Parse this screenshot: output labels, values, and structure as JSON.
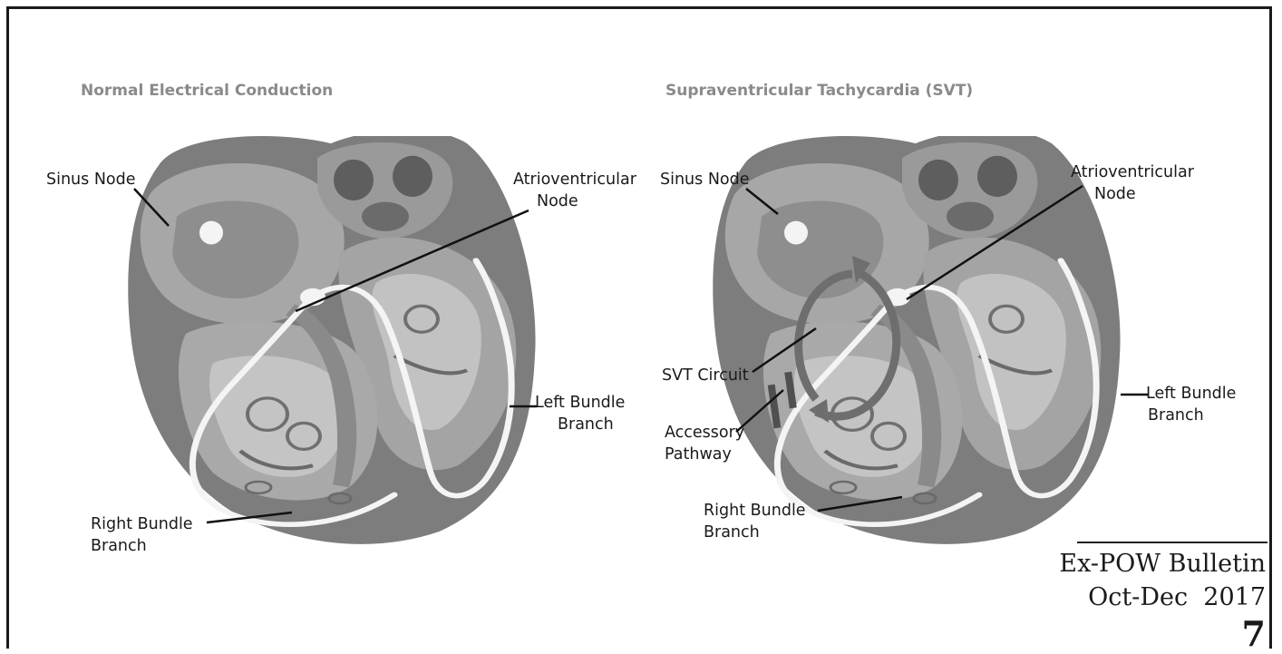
{
  "panels": [
    {
      "title": "Normal Electrical Conduction",
      "labels": {
        "sinus_node": "Sinus Node",
        "av_node": [
          "Atrioventricular",
          "Node"
        ],
        "left_bundle": [
          "Left Bundle",
          "Branch"
        ],
        "right_bundle": [
          "Right Bundle",
          "Branch"
        ]
      }
    },
    {
      "title": "Supraventricular Tachycardia (SVT)",
      "labels": {
        "sinus_node": "Sinus Node",
        "av_node": [
          "Atrioventricular",
          "Node"
        ],
        "svt_circuit": "SVT Circuit",
        "accessory_pathway": [
          "Accessory",
          "Pathway"
        ],
        "left_bundle": [
          "Left Bundle",
          "Branch"
        ],
        "right_bundle": [
          "Right Bundle",
          "Branch"
        ]
      }
    }
  ],
  "footer": {
    "publication": "Ex-POW Bulletin",
    "issue": "Oct-Dec  2017",
    "page_number": "7"
  },
  "colors": {
    "heart_outer": "#7d7d7d",
    "heart_muscle": "#9c9c9c",
    "heart_chamber": "#b9b9b9",
    "conduction_path": "#f4f4f4",
    "svt_circuit_arrow": "#6e6e6e",
    "accessory_pathway": "#505050",
    "title_gray": "#8a8a8a"
  }
}
